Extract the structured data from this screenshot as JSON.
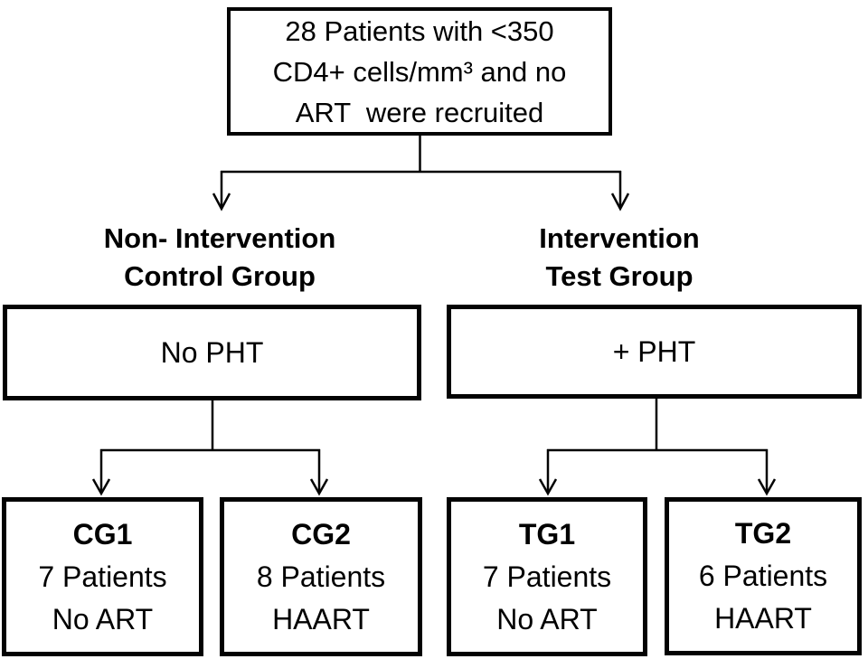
{
  "root_box": {
    "line1": "28 Patients with <350",
    "line2": "CD4+ cells/mm³ and no",
    "line3": "ART  were recruited"
  },
  "branches": {
    "control": {
      "label_line1": "Non- Intervention",
      "label_line2": "Control Group",
      "treatment": "No PHT",
      "children": [
        {
          "title": "CG1",
          "count": "7 Patients",
          "regimen": "No ART"
        },
        {
          "title": "CG2",
          "count": "8 Patients",
          "regimen": "HAART"
        }
      ]
    },
    "test": {
      "label_line1": "Intervention",
      "label_line2": "Test Group",
      "treatment": "+ PHT",
      "children": [
        {
          "title": "TG1",
          "count": "7 Patients",
          "regimen": "No ART"
        },
        {
          "title": "TG2",
          "count": "6 Patients",
          "regimen": "HAART"
        }
      ]
    }
  },
  "colors": {
    "line": "#030303",
    "text": "#000000",
    "background": "#ffffff"
  }
}
